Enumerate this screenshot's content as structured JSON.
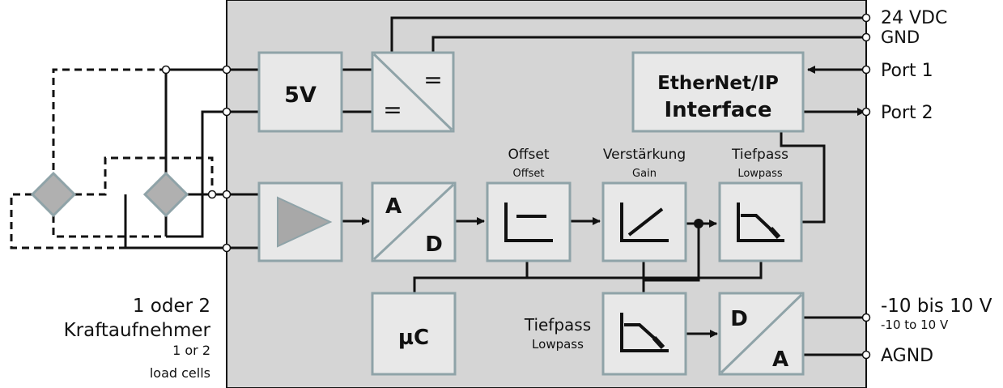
{
  "external": {
    "supply_24v": "24 VDC",
    "gnd": "GND",
    "port1": "Port 1",
    "port2": "Port 2",
    "analog_out": "-10 bis 10 V",
    "analog_out_en": "-10 to 10 V",
    "agnd": "AGND",
    "sensors_de_1": "1 oder 2",
    "sensors_de_2": "Kraftaufnehmer",
    "sensors_en_1": "1 or 2",
    "sensors_en_2": "load cells"
  },
  "blocks": {
    "supply_5v": "5V",
    "dcdc_top": "=",
    "dcdc_bottom": "=",
    "ethernet_line1": "EtherNet/IP",
    "ethernet_line2": "Interface",
    "adc_top": "A",
    "adc_bottom": "D",
    "dac_top": "D",
    "dac_bottom": "A",
    "mcu": "µC"
  },
  "stages": {
    "offset_de": "Offset",
    "offset_en": "Offset",
    "gain_de": "Verstärkung",
    "gain_en": "Gain",
    "lowpass1_de": "Tiefpass",
    "lowpass1_en": "Lowpass",
    "lowpass2_de": "Tiefpass",
    "lowpass2_en": "Lowpass"
  }
}
